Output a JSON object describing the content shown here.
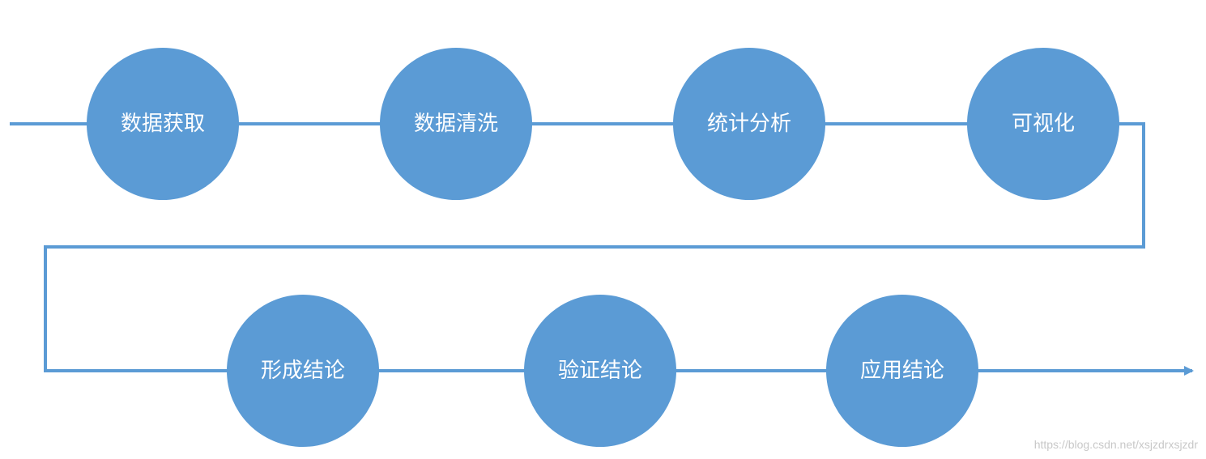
{
  "colors": {
    "line": "#5b9bd5",
    "circle": "#5b9bd5",
    "label": "#ffffff"
  },
  "steps_row1": [
    {
      "label": "数据获取"
    },
    {
      "label": "数据清洗"
    },
    {
      "label": "统计分析"
    },
    {
      "label": "可视化"
    }
  ],
  "steps_row2": [
    {
      "label": "形成结论"
    },
    {
      "label": "验证结论"
    },
    {
      "label": "应用结论"
    }
  ],
  "watermark": "https://blog.csdn.net/xsjzdrxsjzdr"
}
